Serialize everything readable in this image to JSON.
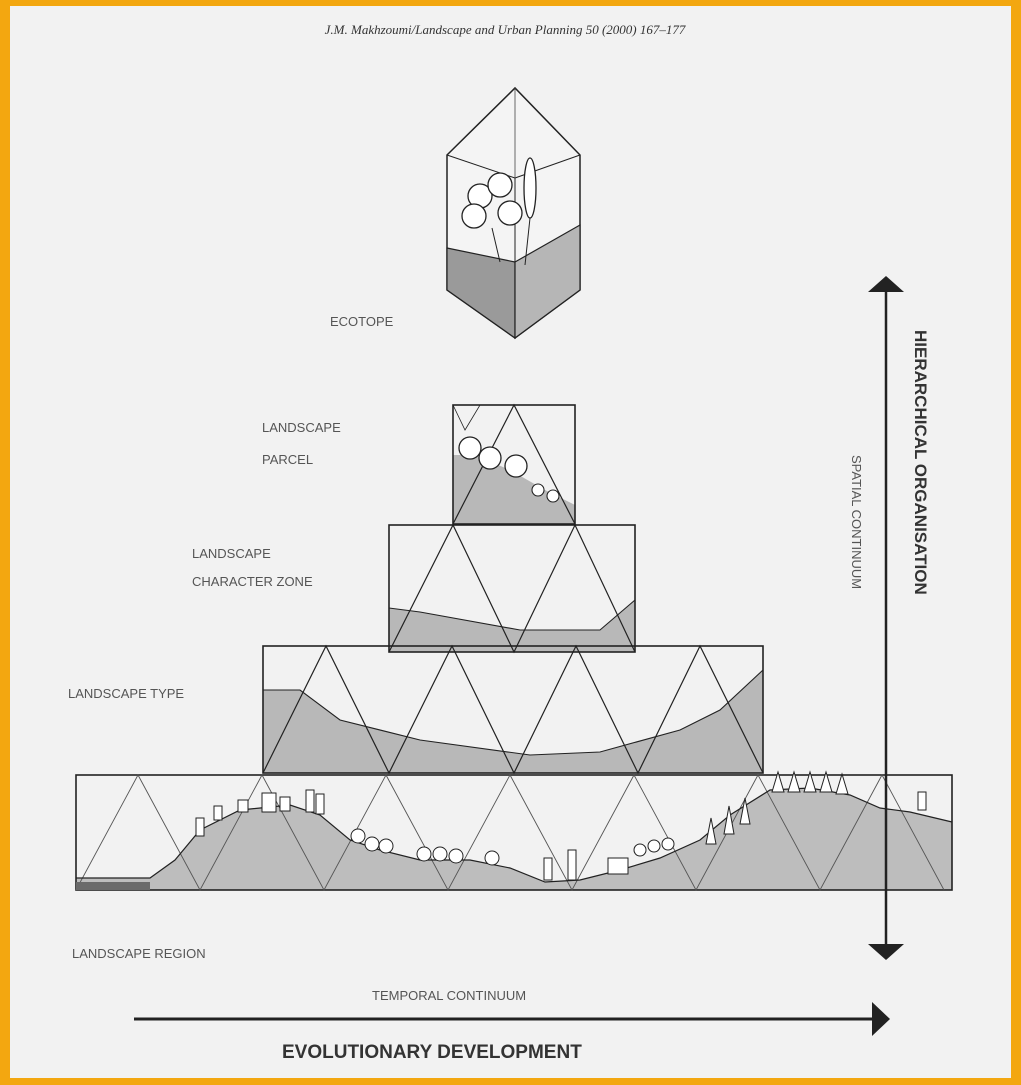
{
  "header": {
    "citation": "J.M. Makhzoumi/Landscape and Urban Planning 50 (2000) 167–177"
  },
  "levels": {
    "ecotope": "ECOTOPE",
    "parcel_line1": "LANDSCAPE",
    "parcel_line2": "PARCEL",
    "zone_line1": "LANDSCAPE",
    "zone_line2": "CHARACTER ZONE",
    "type": "LANDSCAPE TYPE",
    "region": "LANDSCAPE REGION"
  },
  "axes": {
    "vertical_outer": "HIERARCHICAL ORGANISATION",
    "vertical_inner": "SPATIAL CONTINUUM",
    "horizontal_upper": "TEMPORAL CONTINUUM",
    "horizontal_lower": "EVOLUTIONARY DEVELOPMENT"
  },
  "colors": {
    "frame": "#f3a710",
    "paper": "#f2f2f2",
    "ink": "#222222",
    "shade": "#c8c8c8",
    "shade_dark": "#8a8a8a"
  }
}
